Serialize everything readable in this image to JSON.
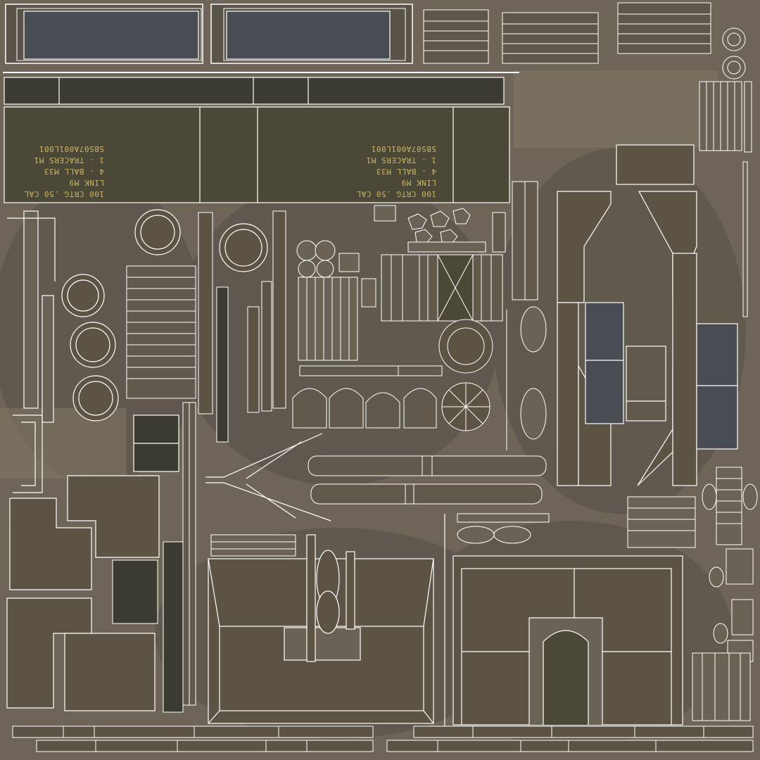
{
  "ammo_box_stencil": {
    "lines": [
      "100 CRTG .50 CAL",
      "LINK   M9",
      "4 - BALL      M33",
      "1 - TRACERS     M1",
      "SBS07A001L001"
    ]
  },
  "colors": {
    "background": "#6e6558",
    "panel_brown": "#5c5344",
    "panel_olive": "#4b4837",
    "panel_dark": "#3c3b31",
    "panel_gray": "#4a4c53",
    "wire": "#ffffff",
    "stencil": "#c9b46a"
  }
}
